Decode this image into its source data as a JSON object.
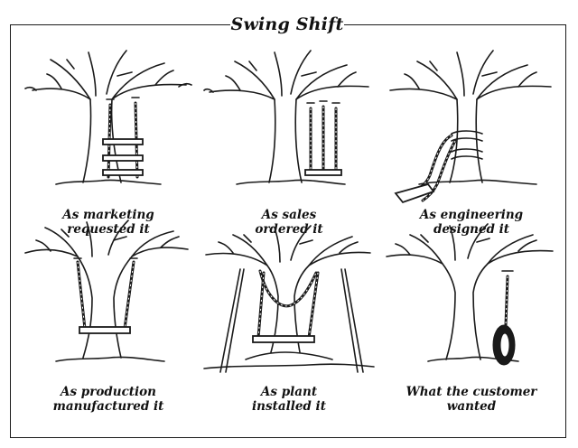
{
  "title": "Swing Shift",
  "panels": [
    {
      "line1": "As marketing",
      "line2": "requested it",
      "icon": "ladder-swing-icon"
    },
    {
      "line1": "As sales",
      "line2": "ordered it",
      "icon": "triple-rope-swing-icon"
    },
    {
      "line1": "As engineering",
      "line2": "designed it",
      "icon": "tied-trunk-swing-icon"
    },
    {
      "line1": "As production",
      "line2": "manufactured it",
      "icon": "trunk-seat-swing-icon"
    },
    {
      "line1": "As plant",
      "line2": "installed it",
      "icon": "propped-branch-swing-icon"
    },
    {
      "line1": "What the customer",
      "line2": "wanted",
      "icon": "tire-swing-icon"
    }
  ],
  "colors": {
    "ink": "#1a1a1a",
    "paper": "#ffffff"
  }
}
